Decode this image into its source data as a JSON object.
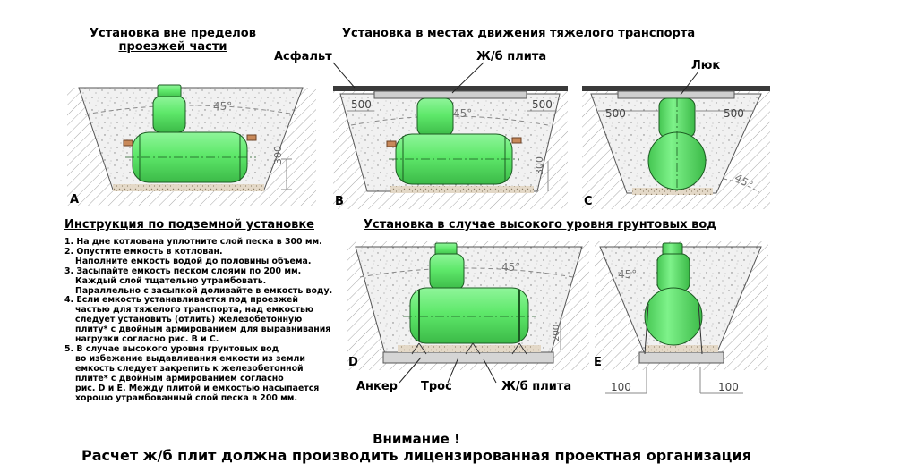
{
  "titles": {
    "outside": [
      "Установка вне пределов",
      "проезжей части"
    ],
    "heavy": "Установка в местах движения тяжелого транспорта",
    "instructions": "Инструкция по подземной установке",
    "groundwater": "Установка в случае высокого уровня грунтовых вод"
  },
  "labels": {
    "asphalt": "Асфальт",
    "slab": "Ж/б плита",
    "hatch": "Люк",
    "anchor": "Анкер",
    "cable": "Трос",
    "slab_bottom": "Ж/б плита"
  },
  "dims": {
    "d500": "500",
    "d300": "300",
    "d200": "200",
    "d100": "100",
    "angle": "45°"
  },
  "panels": {
    "a": "A",
    "b": "B",
    "c": "C",
    "d": "D",
    "e": "E"
  },
  "instructions": [
    [
      "1. На дне котлована уплотните слой песка в 300 мм."
    ],
    [
      "2. Опустите емкость в котлован.",
      "Наполните емкость водой до половины объема."
    ],
    [
      "3. Засыпайте емкость песком слоями по 200 мм.",
      "Каждый слой тщательно утрамбовать.",
      "Параллельно с засыпкой доливайте в емкость воду."
    ],
    [
      "4. Если емкость устанавливается под проезжей",
      "частью для тяжелого транспорта, над емкостью",
      "следует установить (отлить) железобетонную",
      "плиту* с двойным армированием для выравнивания",
      "нагрузки согласно рис. B и C."
    ],
    [
      "5. В случае высокого уровня грунтовых вод",
      "во избежание выдавливания емкости из земли",
      "емкость следует закрепить к железобетонной",
      "плите* с двойным армированием согласно",
      "рис. D и E. Между плитой и емкостью насыпается",
      "хорошо утрамбованный слой песка в 200 мм."
    ]
  ],
  "warning": {
    "line1": "Внимание !",
    "line2": "Расчет ж/б плит должна производить лицензированная проектная организация"
  },
  "colors": {
    "tank": "#5ee86a",
    "tank_stroke": "#1c5a22",
    "fill": "#f2f2f2",
    "hatch": "#9a9a9a",
    "sand": "#e4d9c8",
    "dim_line": "#8a8a8a"
  }
}
